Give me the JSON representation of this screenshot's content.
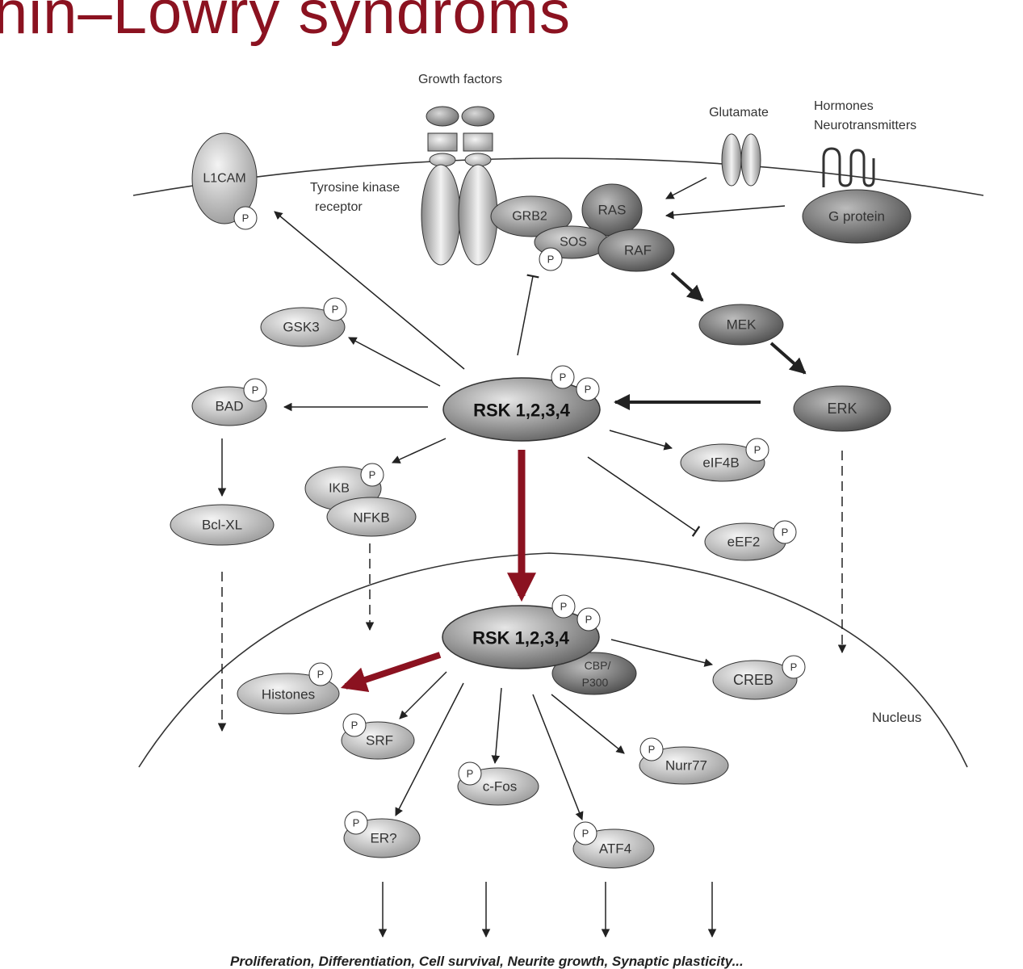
{
  "title": "hin–Lowry syndroms",
  "labels": {
    "growth_factors": "Growth factors",
    "glutamate": "Glutamate",
    "hormones": "Hormones",
    "neurotransmitters": "Neurotransmitters",
    "tyrosine_kinase": "Tyrosine kinase",
    "receptor": "receptor",
    "nucleus": "Nucleus"
  },
  "nodes": {
    "l1cam": "L1CAM",
    "grb2": "GRB2",
    "ras": "RAS",
    "sos": "SOS",
    "raf": "RAF",
    "g_protein": "G protein",
    "mek": "MEK",
    "erk": "ERK",
    "gsk3": "GSK3",
    "bad": "BAD",
    "bcl_xl": "Bcl-XL",
    "ikb": "IKB",
    "nfkb": "NFKB",
    "rsk_cyto": "RSK 1,2,3,4",
    "rsk_nuc": "RSK 1,2,3,4",
    "eif4b": "eIF4B",
    "eef2": "eEF2",
    "histones": "Histones",
    "cbp_line1": "CBP/",
    "cbp_line2": "P300",
    "creb": "CREB",
    "srf": "SRF",
    "cfos": "c-Fos",
    "nurr77": "Nurr77",
    "er": "ER?",
    "atf4": "ATF4"
  },
  "phospho_label": "P",
  "footer": "Proliferation, Differentiation, Cell survival, Neurite growth, Synaptic plasticity...",
  "colors": {
    "title": "#8b1220",
    "highlight_arrow": "#8b1220",
    "line": "#222222"
  }
}
